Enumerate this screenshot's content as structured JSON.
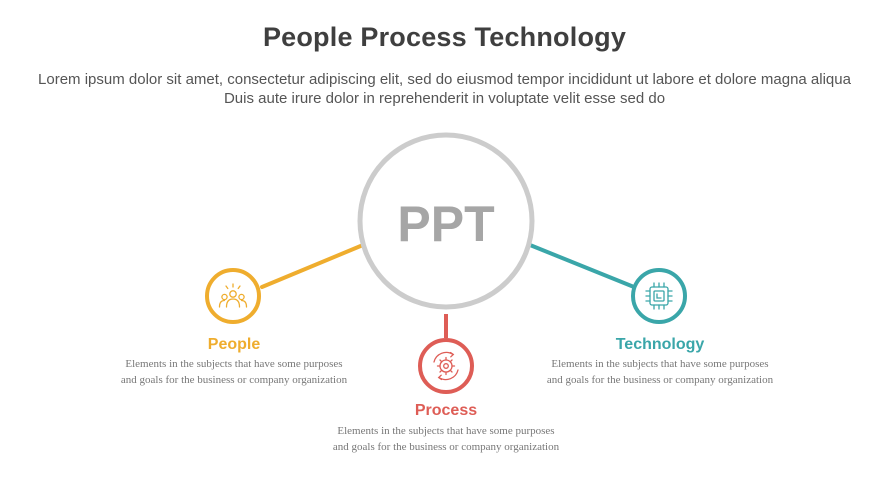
{
  "header": {
    "title": "People Process Technology",
    "subtitle": "Lorem ipsum dolor sit amet, consectetur adipiscing elit, sed do eiusmod tempor incididunt ut labore et dolore magna aliqua Duis aute irure dolor in reprehenderit in voluptate velit esse sed do"
  },
  "center": {
    "label": "PPT",
    "ring_color": "#cccccc",
    "text_color": "#a6a6a6"
  },
  "items": [
    {
      "label": "People",
      "description": "Elements in the subjects that have some purposes and goals for the business or company organization",
      "color": "#efad2e",
      "icon": "people-icon"
    },
    {
      "label": "Process",
      "description": "Elements in the subjects that have some purposes and goals for the business or company organization",
      "color": "#de5d56",
      "icon": "gear-cycle-icon"
    },
    {
      "label": "Technology",
      "description": "Elements in the subjects that have some purposes and goals for the business or company organization",
      "color": "#3aa6a9",
      "icon": "chip-icon"
    }
  ]
}
